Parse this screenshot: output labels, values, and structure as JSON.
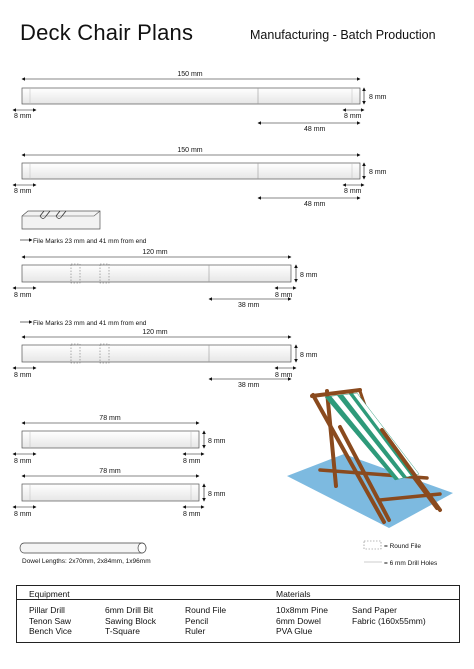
{
  "header": {
    "title": "Deck Chair Plans",
    "subtitle": "Manufacturing - Batch Production"
  },
  "dims": {
    "len150": "150 mm",
    "len120": "120 mm",
    "len78": "78 mm",
    "w8": "8 mm",
    "d48": "48 mm",
    "d38": "38 mm"
  },
  "notes": {
    "file_marks": "File Marks 23 mm and 41 mm from end",
    "dowel_lengths": "Dowel Lengths: 2x70mm, 2x84mm, 1x96mm"
  },
  "legend": {
    "round_file": "= Round File",
    "drill_holes": "= 6 mm Drill Holes"
  },
  "table": {
    "equipment_header": "Equipment",
    "materials_header": "Materials",
    "equipment_col1": [
      "Pillar Drill",
      "Tenon Saw",
      "Bench Vice"
    ],
    "equipment_col2": [
      "6mm Drill Bit",
      "Sawing Block",
      "T-Square"
    ],
    "equipment_col3": [
      "Round File",
      "Pencil",
      "Ruler"
    ],
    "materials_col1": [
      "10x8mm Pine",
      "6mm Dowel",
      "PVA Glue"
    ],
    "materials_col2": [
      "Sand Paper",
      "Fabric (160x55mm)"
    ]
  },
  "colors": {
    "stripe_green": "#2e9a7a",
    "frame_brown": "#8a4a1e",
    "shadow_blue": "#6fb3dd"
  }
}
